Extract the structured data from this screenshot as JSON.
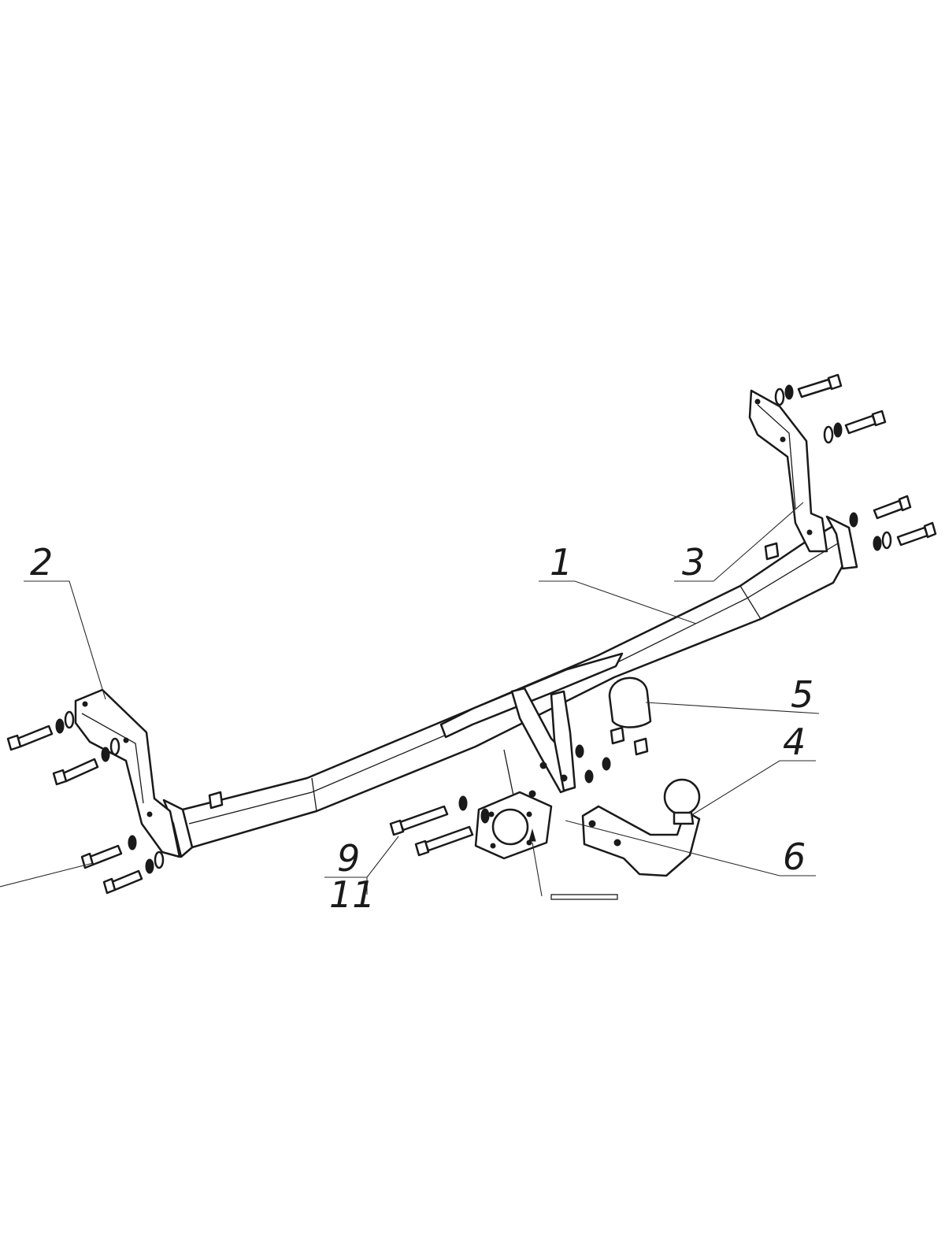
{
  "labels": {
    "part_1": "1",
    "part_2": "2",
    "part_3": "3",
    "part_4": "4",
    "part_5": "5",
    "part_6": "6",
    "part_9": "9",
    "part_11": "11"
  }
}
